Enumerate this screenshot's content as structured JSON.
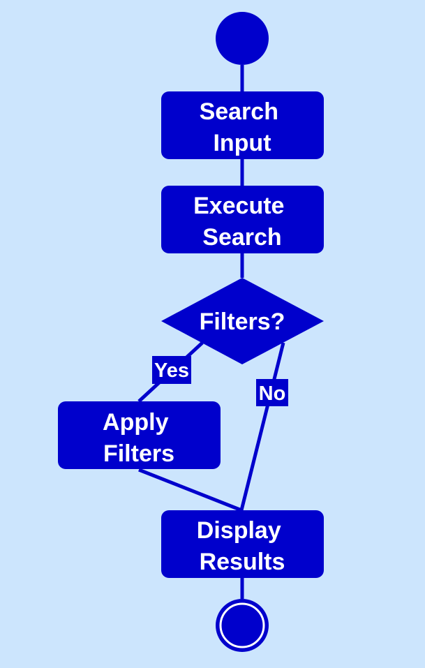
{
  "colors": {
    "background": "#cce5fd",
    "node_fill": "#0000cc",
    "edge": "#0000cc",
    "text": "#ffffff"
  },
  "nodes": {
    "start": {
      "kind": "initial-node"
    },
    "search_input": {
      "lines": [
        "Search",
        "Input"
      ]
    },
    "execute_search": {
      "lines": [
        "Execute",
        "Search"
      ]
    },
    "filters_decision": {
      "label": "Filters?"
    },
    "apply_filters": {
      "lines": [
        "Apply",
        "Filters"
      ]
    },
    "display_results": {
      "lines": [
        "Display",
        "Results"
      ]
    },
    "end": {
      "kind": "final-node"
    }
  },
  "edges": {
    "yes_label": "Yes",
    "no_label": "No"
  }
}
